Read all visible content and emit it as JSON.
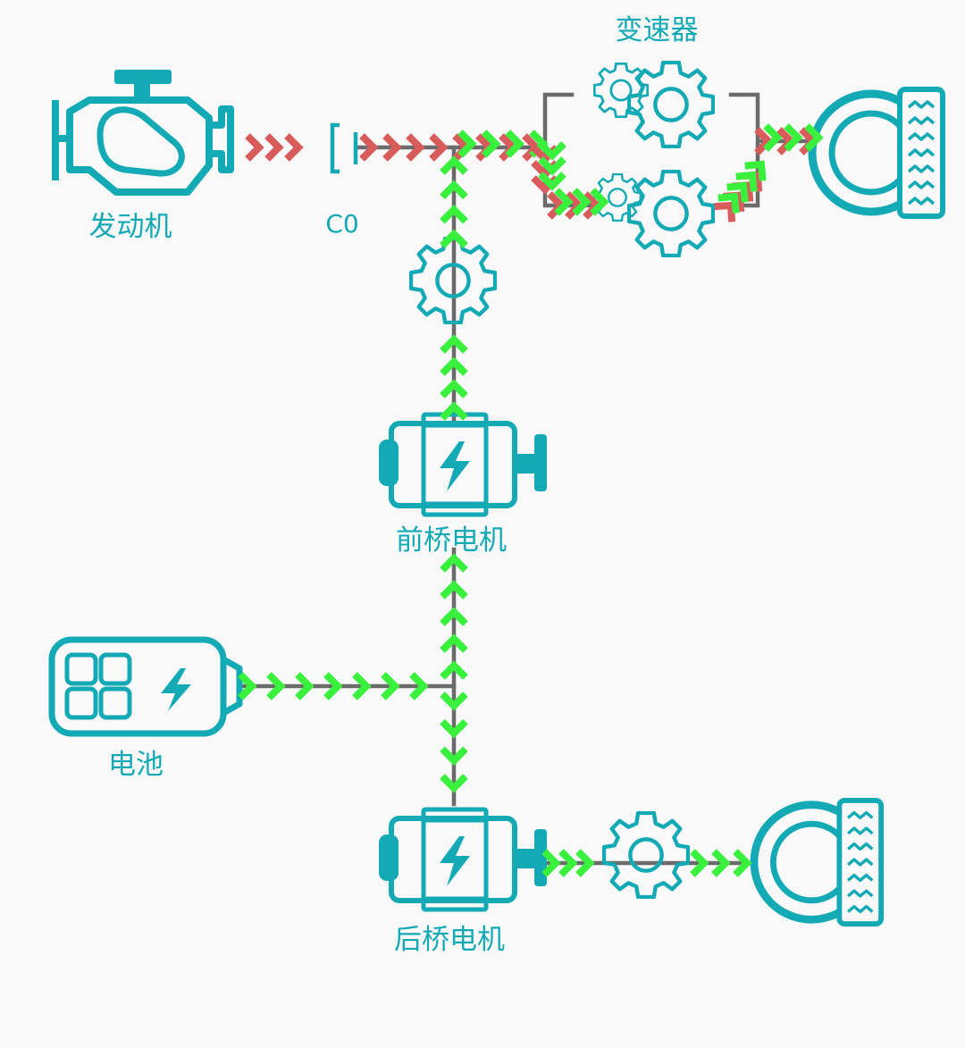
{
  "labels": {
    "engine": "发动机",
    "clutch": "C0",
    "transmission": "变速器",
    "front_motor": "前桥电机",
    "battery": "电池",
    "rear_motor": "后桥电机"
  },
  "colors": {
    "component": "#13aab6",
    "shaft": "#6b6b6b",
    "engine_flow": "#d95c5c",
    "electric_flow": "#39f13d",
    "background": "#f9f9f9"
  },
  "icons": {
    "engine": "engine-icon",
    "clutch": "clutch-icon",
    "gear": "gear-icon",
    "motor": "electric-motor-icon",
    "battery": "battery-icon",
    "wheel": "wheel-icon"
  }
}
